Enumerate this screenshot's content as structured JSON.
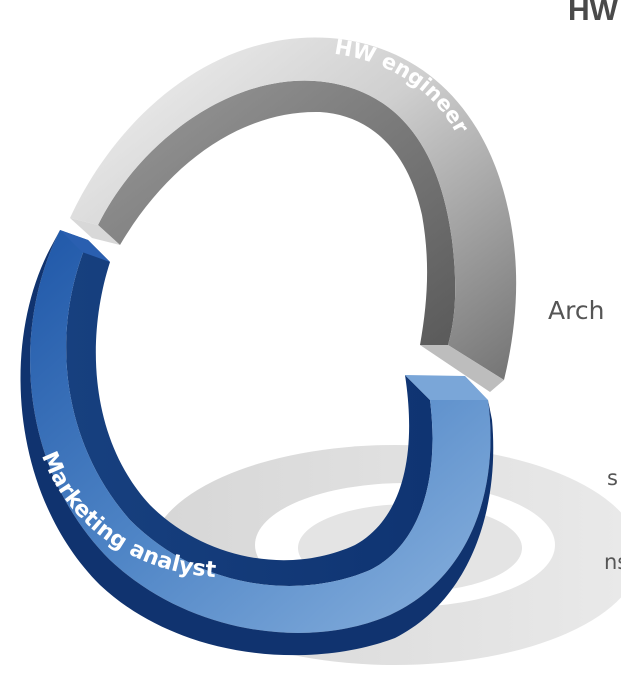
{
  "diagram": {
    "segments": [
      {
        "id": "hw",
        "label": "HW engineer",
        "color_light": "#eeeeee",
        "color_dark": "#6f6f6f"
      },
      {
        "id": "marketing",
        "label": "Marketing analyst",
        "color_light": "#89b0dd",
        "color_dark": "#1a4a97"
      }
    ],
    "heading_fragment": "HW",
    "side_label_fragment": "Arch",
    "left_fragments": [
      "s",
      "ns"
    ]
  }
}
